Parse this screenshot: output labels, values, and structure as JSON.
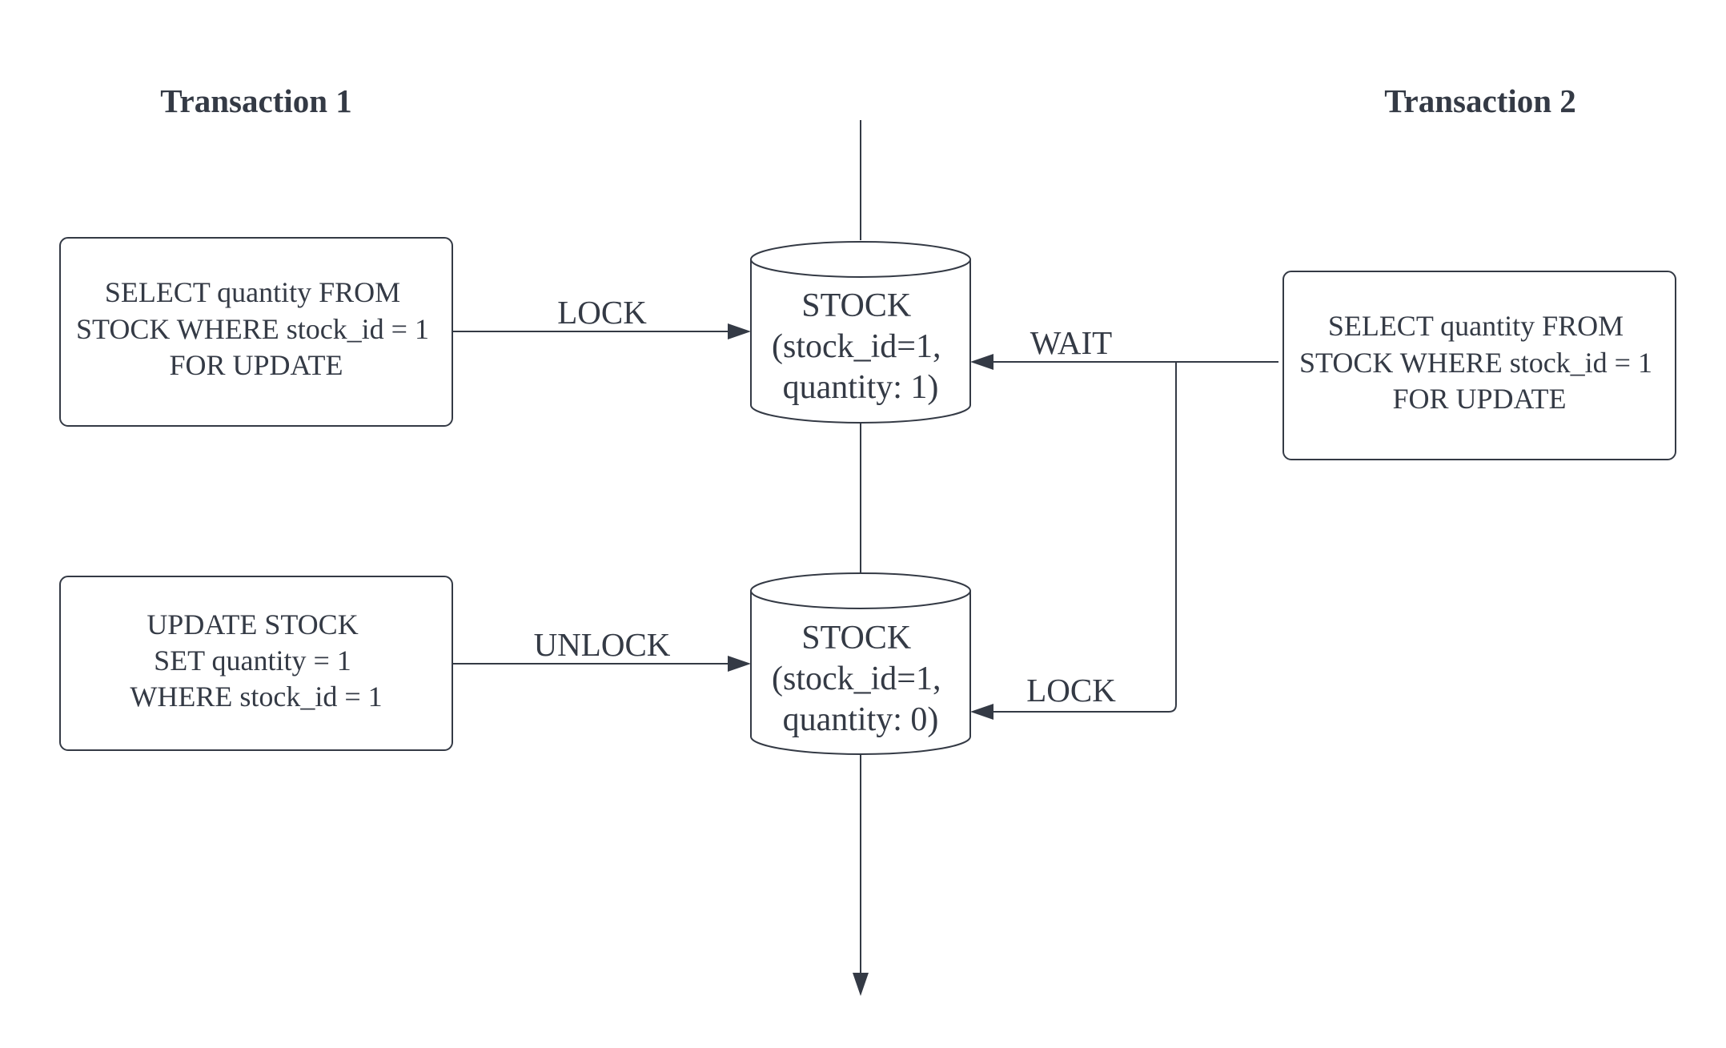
{
  "titles": {
    "transaction1": "Transaction 1",
    "transaction2": "Transaction 2"
  },
  "transaction1": {
    "select_box": [
      "SELECT quantity FROM",
      "STOCK WHERE stock_id = 1",
      "FOR UPDATE"
    ],
    "update_box": [
      "UPDATE STOCK",
      "SET quantity = 1",
      "WHERE stock_id = 1"
    ]
  },
  "transaction2": {
    "select_box": [
      "SELECT quantity FROM",
      "STOCK WHERE stock_id = 1",
      "FOR UPDATE"
    ]
  },
  "databases": {
    "stock_before": [
      "STOCK",
      "(stock_id=1,",
      "quantity: 1)"
    ],
    "stock_after": [
      "STOCK",
      "(stock_id=1,",
      "quantity: 0)"
    ]
  },
  "edges": {
    "t1_lock": "LOCK",
    "t1_unlock": "UNLOCK",
    "t2_wait": "WAIT",
    "t2_lock": "LOCK"
  },
  "colors": {
    "stroke": "#343a45",
    "background": "#ffffff"
  }
}
